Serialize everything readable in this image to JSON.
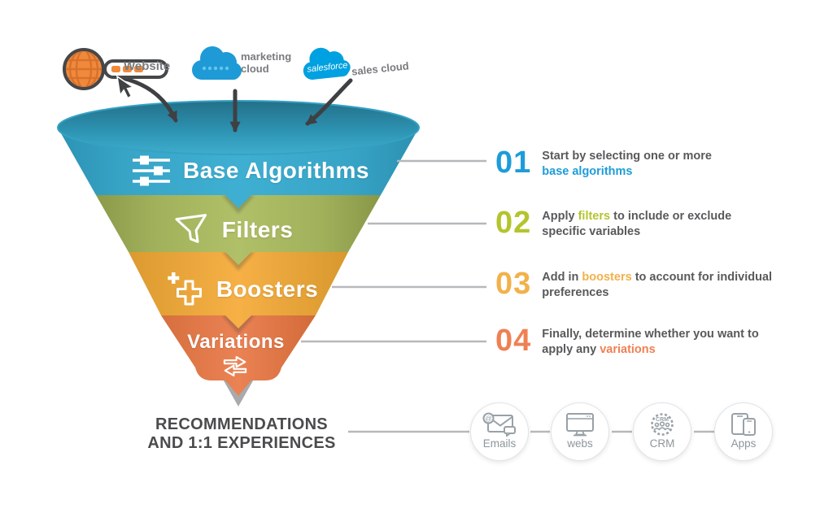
{
  "sources": [
    {
      "label": "Website",
      "icon": "website-search-icon"
    },
    {
      "label": "marketing cloud",
      "icon": "marketing-cloud-icon"
    },
    {
      "brand": "salesforce",
      "label": "sales cloud",
      "icon": "sales-cloud-icon"
    }
  ],
  "funnel": {
    "layers": [
      {
        "label": "Base Algorithms",
        "icon": "sliders-icon",
        "color": "#3aa9cb"
      },
      {
        "label": "Filters",
        "icon": "filter-icon",
        "color": "#a9ba62"
      },
      {
        "label": "Boosters",
        "icon": "booster-plus-icon",
        "color": "#f3ab3f"
      },
      {
        "label": "Variations",
        "icon": "swap-arrows-icon",
        "color": "#e8814f"
      }
    ]
  },
  "steps": [
    {
      "num": "01",
      "color": "#1e9cd8",
      "pre": "Start by selecting one or more ",
      "highlight": "base algorithms",
      "post": ""
    },
    {
      "num": "02",
      "color": "#b4c42d",
      "pre": "Apply ",
      "highlight": "filters",
      "post": " to include or exclude specific variables"
    },
    {
      "num": "03",
      "color": "#f2b14b",
      "pre": "Add in ",
      "highlight": "boosters",
      "post": " to account for individual preferences"
    },
    {
      "num": "04",
      "color": "#ef8054",
      "pre": "Finally, determine whether you want to apply any ",
      "highlight": "variations",
      "post": ""
    }
  ],
  "outcome": {
    "line1": "RECOMMENDATIONS",
    "line2": "AND 1:1 EXPERIENCES"
  },
  "channels": [
    {
      "label": "Emails",
      "icon": "email-icon",
      "icon_text": "@"
    },
    {
      "label": "webs",
      "icon": "monitor-icon"
    },
    {
      "label": "CRM",
      "icon": "crm-gear-icon",
      "icon_text": "CRM"
    },
    {
      "label": "Apps",
      "icon": "devices-icon"
    }
  ]
}
